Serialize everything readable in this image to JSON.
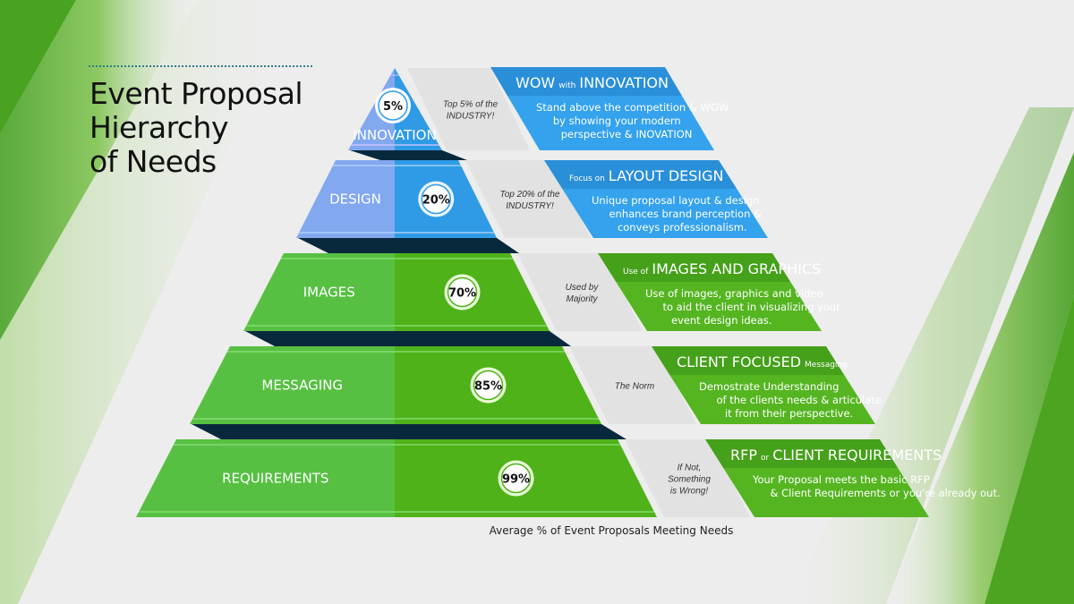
{
  "title": {
    "line1": "Event Proposal",
    "line2": "Hierarchy",
    "line3": "of Needs"
  },
  "caption": "Average % of Event Proposals Meeting Needs",
  "colors": {
    "blue_left": "#82a8ef",
    "blue_right": "#2f9be6",
    "blue_panel_head": "#2a8fd9",
    "blue_panel_body": "#34a2ec",
    "green_left": "#57c042",
    "green_right": "#4fb219",
    "green_panel_head": "#45a01a",
    "green_panel_body": "#55b521",
    "shadow": "#08293c",
    "note_bg": "#e2e2e2"
  },
  "tiers": [
    {
      "key": "innovation",
      "label": "INNOVATION",
      "percent": "5%",
      "value": 5,
      "theme": "blue",
      "note": [
        "Top 5% of the",
        "INDUSTRY!"
      ],
      "heading_small_before": "",
      "heading_big_1": "WOW",
      "heading_small_mid": "with",
      "heading_big_2": "INNOVATION",
      "description": [
        "Stand above the competition & WOW",
        "by showing your modern",
        "perspective & INOVATION"
      ]
    },
    {
      "key": "design",
      "label": "DESIGN",
      "percent": "20%",
      "value": 20,
      "theme": "blue",
      "note": [
        "Top 20% of the",
        "INDUSTRY!"
      ],
      "heading_small_before": "Focus on",
      "heading_big_1": "LAYOUT DESIGN",
      "heading_small_mid": "",
      "heading_big_2": "",
      "description": [
        "Unique proposal layout & design",
        "enhances brand perception &",
        "conveys professionalism."
      ]
    },
    {
      "key": "images",
      "label": "IMAGES",
      "percent": "70%",
      "value": 70,
      "theme": "green",
      "note": [
        "Used by",
        "Majority"
      ],
      "heading_small_before": "Use of",
      "heading_big_1": "IMAGES AND GRAPHICS",
      "heading_small_mid": "",
      "heading_big_2": "",
      "description": [
        "Use of images, graphics and video",
        "to aid the client in visualizing your",
        "event design ideas."
      ]
    },
    {
      "key": "messaging",
      "label": "MESSAGING",
      "percent": "85%",
      "value": 85,
      "theme": "green",
      "note": [
        "The Norm"
      ],
      "heading_small_before": "",
      "heading_big_1": "CLIENT FOCUSED",
      "heading_small_mid": "Messaging",
      "heading_big_2": "",
      "description": [
        "Demostrate Understanding",
        "of the clients needs & articulate",
        "it from their perspective."
      ]
    },
    {
      "key": "requirements",
      "label": "REQUIREMENTS",
      "percent": "99%",
      "value": 99,
      "theme": "green",
      "note": [
        "If Not,",
        "Something",
        "is Wrong!"
      ],
      "heading_small_before": "",
      "heading_big_1": "RFP",
      "heading_small_mid": "or",
      "heading_big_2": "CLIENT REQUIREMENTS",
      "description": [
        "Your Proposal meets the basic RFP",
        "& Client Requirements or you're already out."
      ]
    }
  ]
}
